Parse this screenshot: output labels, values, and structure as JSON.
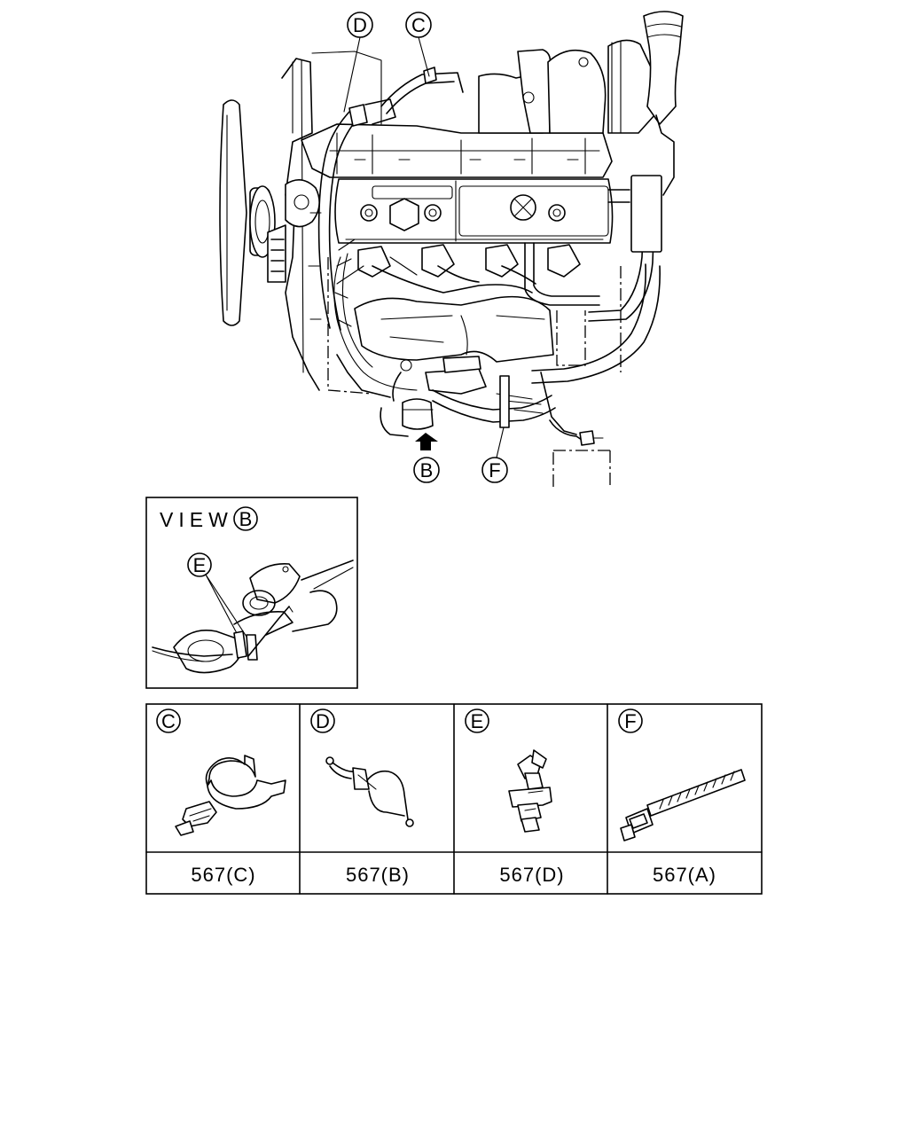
{
  "callouts": {
    "b": "B",
    "c": "C",
    "d": "D",
    "e": "E",
    "f": "F"
  },
  "view_panel": {
    "title_prefix": "VIEW",
    "title_letter": "B",
    "callout": "E"
  },
  "parts_table": [
    {
      "letter": "C",
      "part_no": "567(C)"
    },
    {
      "letter": "D",
      "part_no": "567(B)"
    },
    {
      "letter": "E",
      "part_no": "567(D)"
    },
    {
      "letter": "F",
      "part_no": "567(A)"
    }
  ]
}
